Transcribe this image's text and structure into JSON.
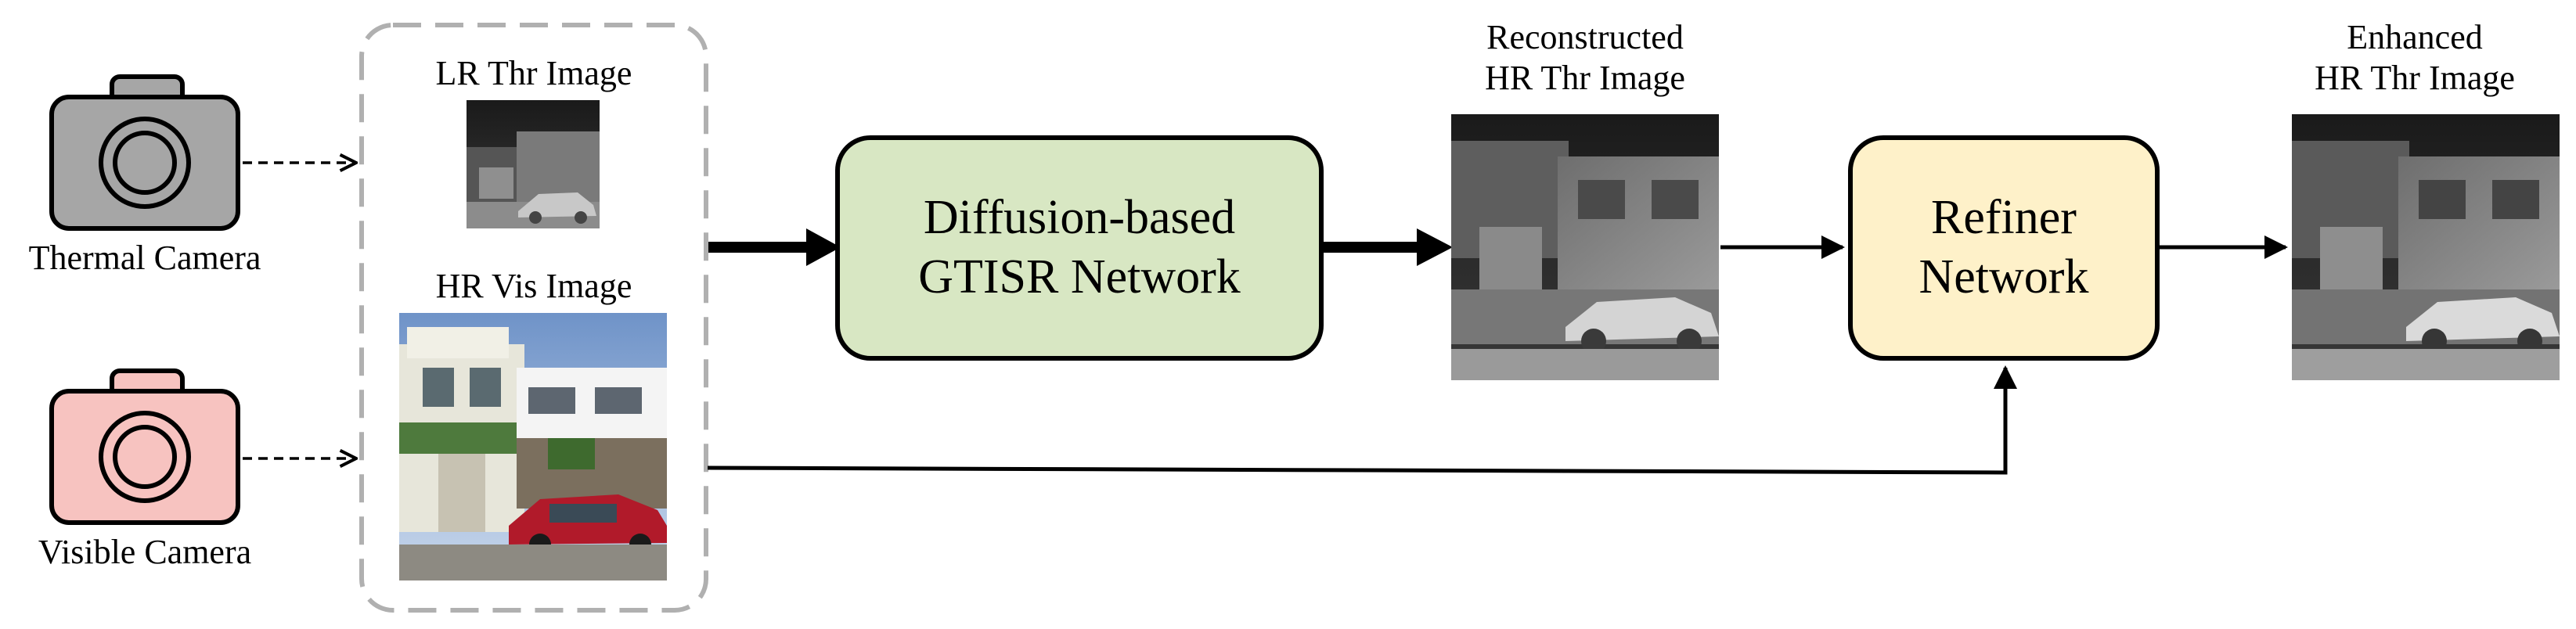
{
  "inputs": {
    "thermal_camera_label": "Thermal Camera",
    "visible_camera_label": "Visible Camera",
    "lr_thr_image_label": "LR Thr Image",
    "hr_vis_image_label": "HR Vis Image"
  },
  "gtisr_box": {
    "line1": "Diffusion-based",
    "line2": "GTISR Network"
  },
  "reconstructed": {
    "line1": "Reconstructed",
    "line2": "HR Thr Image"
  },
  "refiner_box": {
    "line1": "Refiner",
    "line2": "Network"
  },
  "enhanced": {
    "line1": "Enhanced",
    "line2": "HR Thr Image"
  },
  "colors": {
    "thermal_camera_fill": "#a6a6a6",
    "visible_camera_fill": "#f7c3c0",
    "gtisr_fill": "#d8e7c3",
    "refiner_fill": "#fef1c9",
    "dashed_group_stroke": "#b0b0b0"
  }
}
